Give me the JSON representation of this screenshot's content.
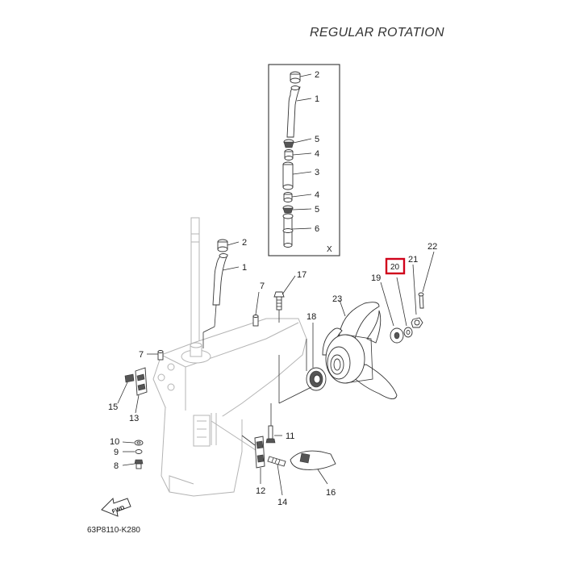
{
  "title": "REGULAR ROTATION",
  "drawing_code": "63P8110-K280",
  "inset_label": "X",
  "fwd_label": "FWD",
  "highlight_color": "#d0021b",
  "callouts": {
    "p1a": "1",
    "p2a": "2",
    "p1b": "1",
    "p2b": "2",
    "p3": "3",
    "p4a": "4",
    "p4b": "4",
    "p5a": "5",
    "p5b": "5",
    "p6": "6",
    "p7a": "7",
    "p7b": "7",
    "p8": "8",
    "p9": "9",
    "p10": "10",
    "p11": "11",
    "p12": "12",
    "p13": "13",
    "p14": "14",
    "p15": "15",
    "p16": "16",
    "p17": "17",
    "p18": "18",
    "p19": "19",
    "p20": "20",
    "p21": "21",
    "p22": "22",
    "p23": "23"
  }
}
